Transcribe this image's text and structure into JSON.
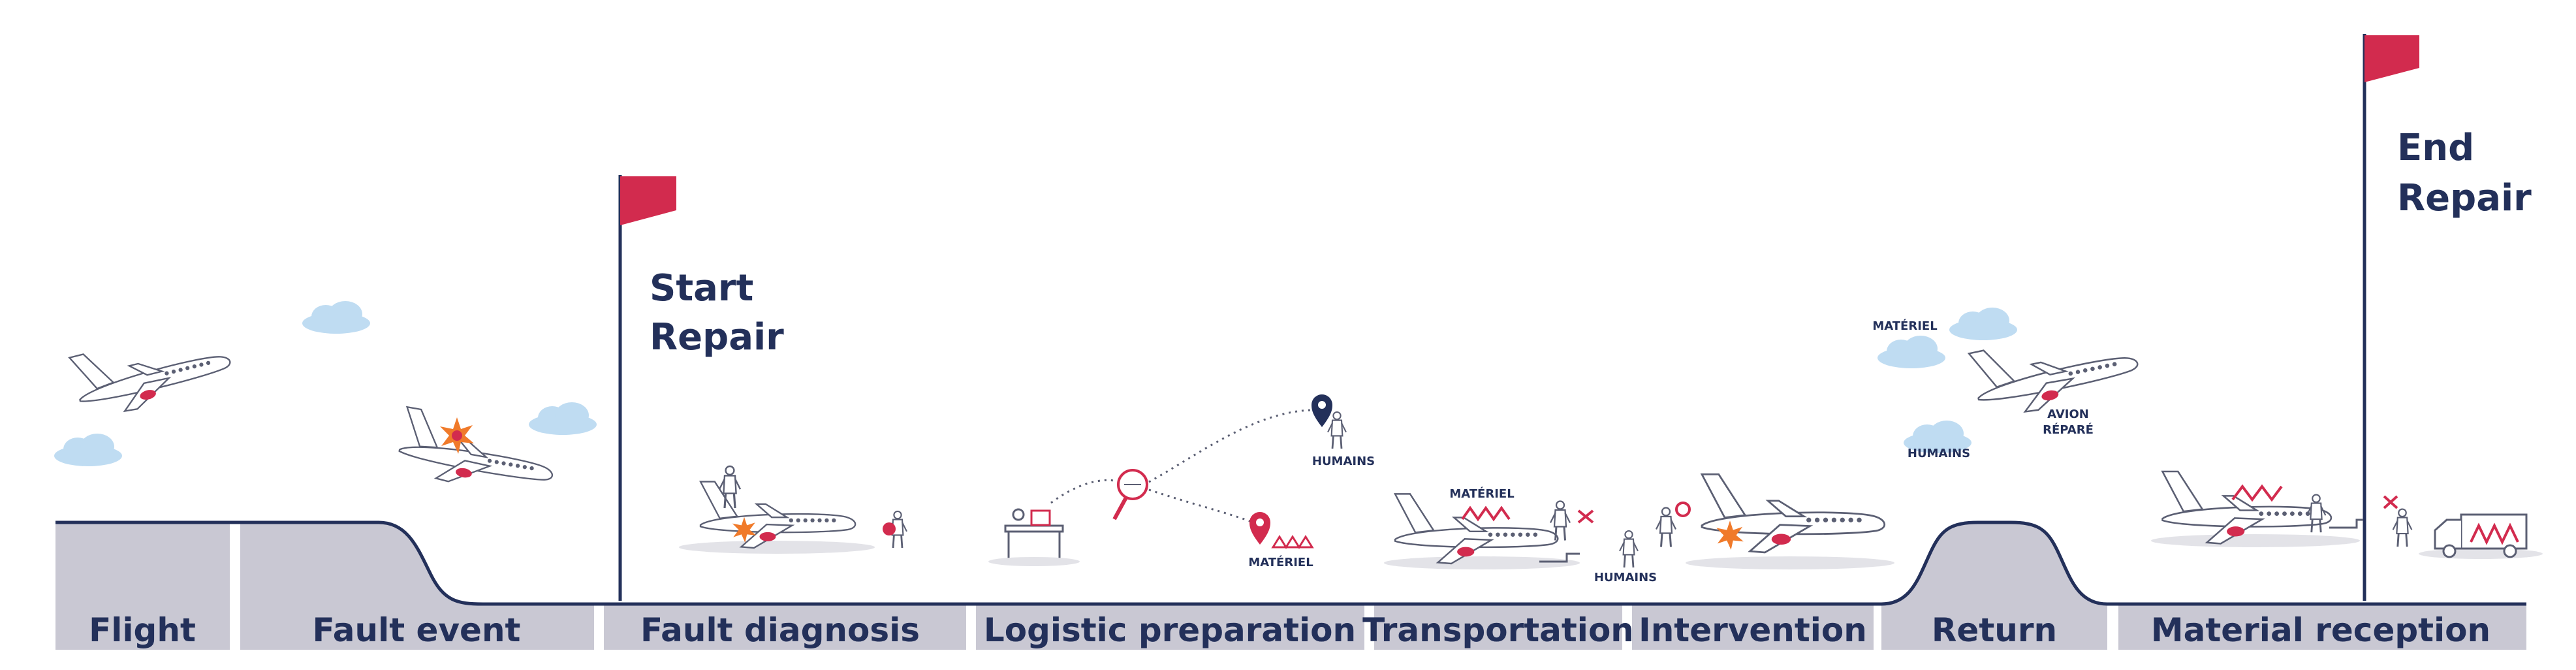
{
  "colors": {
    "navy": "#23305a",
    "crimson": "#d22b4e",
    "ground": "#c9c8d3",
    "cloud": "#bfdcf2",
    "plane": "#ffffff",
    "outline": "#5b5f73",
    "shadow": "#e3e3e8",
    "blueAccent": "#3b8fd6",
    "fire": "#f07a2a"
  },
  "phases": [
    {
      "label": "Flight"
    },
    {
      "label": "Fault event"
    },
    {
      "label": "Fault diagnosis"
    },
    {
      "label": "Logistic preparation"
    },
    {
      "label": "Transportation"
    },
    {
      "label": "Intervention"
    },
    {
      "label": "Return"
    },
    {
      "label": "Material reception"
    }
  ],
  "milestones": {
    "start": {
      "line1": "Start",
      "line2": "Repair"
    },
    "end": {
      "line1": "End",
      "line2": "Repair"
    }
  },
  "annotations": {
    "humains": "HUMAINS",
    "materiel": "MATÉRIEL",
    "avion_line1": "AVION",
    "avion_line2": "RÉPARÉ"
  },
  "icons": [
    "airplane-icon",
    "cloud-icon",
    "flag-icon",
    "magnifier-icon",
    "location-pin-icon",
    "technician-icon",
    "desk-icon",
    "truck-icon",
    "ladder-icon",
    "fire-burst-icon"
  ]
}
